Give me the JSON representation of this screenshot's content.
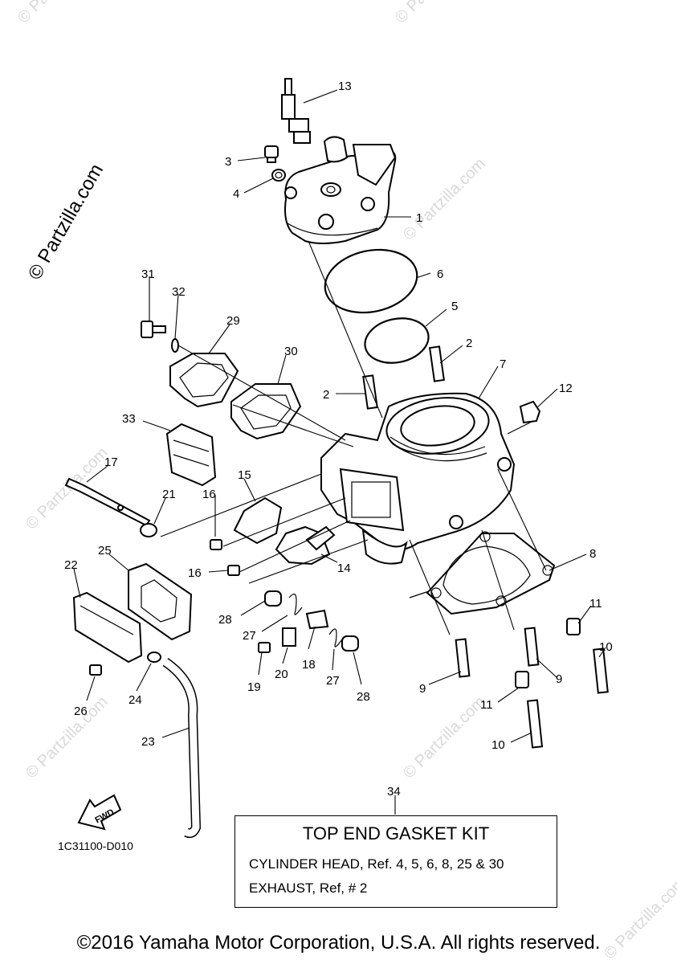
{
  "watermark": {
    "side_text": "© Partzilla.com",
    "repeat_text": "© Partzilla.com"
  },
  "callouts": {
    "p1": "1",
    "p2a": "2",
    "p2b": "2",
    "p3": "3",
    "p4": "4",
    "p5": "5",
    "p6": "6",
    "p7": "7",
    "p8": "8",
    "p9a": "9",
    "p9b": "9",
    "p10a": "10",
    "p10b": "10",
    "p11a": "11",
    "p11b": "11",
    "p12": "12",
    "p13": "13",
    "p14": "14",
    "p15": "15",
    "p16a": "16",
    "p16b": "16",
    "p17": "17",
    "p18": "18",
    "p19": "19",
    "p20": "20",
    "p21": "21",
    "p22": "22",
    "p23": "23",
    "p24": "24",
    "p25": "25",
    "p26": "26",
    "p27a": "27",
    "p27b": "27",
    "p28a": "28",
    "p28b": "28",
    "p29": "29",
    "p30": "30",
    "p31": "31",
    "p32": "32",
    "p33": "33",
    "p34": "34"
  },
  "fwd_label": "FWD",
  "drawing_code": "1C31100-D010",
  "kit": {
    "title": "TOP END GASKET KIT",
    "line1": "CYLINDER HEAD, Ref. 4, 5, 6, 8, 25 & 30",
    "line2": "EXHAUST, Ref, # 2"
  },
  "copyright": "©2016 Yamaha Motor Corporation, U.S.A. All rights reserved."
}
